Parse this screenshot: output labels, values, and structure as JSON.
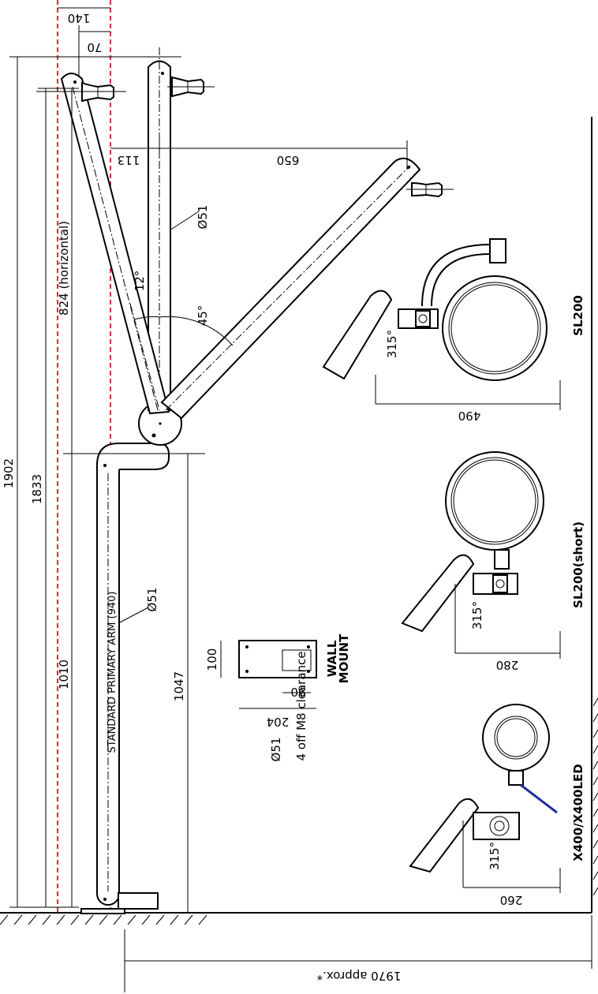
{
  "dimensions": {
    "d140": "140",
    "d70": "70",
    "d1902": "1902",
    "d1833": "1833",
    "d824": "824 (horizontal)",
    "d1010": "1010",
    "d1047": "1047",
    "d113": "113",
    "d650": "650",
    "dia_upper": "Ø51",
    "dia_lower": "Ø51",
    "dia_mount": "Ø51",
    "angle_12": "12°",
    "angle_45": "45°",
    "primary_arm": "STANDARD PRIMARY ARM (940)",
    "d1970": "1970 approx.*"
  },
  "wall_mount": {
    "label_line1": "WALL",
    "label_line2": "MOUNT",
    "holes": "4 off M8 clearance",
    "dia": "Ø51",
    "d100": "100",
    "d90": "90",
    "d204": "204"
  },
  "lights": [
    {
      "name": "SL200",
      "rotation": "315°",
      "width": "490"
    },
    {
      "name": "SL200(short)",
      "rotation": "315°",
      "width": "280"
    },
    {
      "name": "X400/X400LED",
      "rotation": "315°",
      "width": "260"
    }
  ],
  "colors": {
    "line": "#000000",
    "centerline_red": "#c00000",
    "accent_blue": "#1f2f9c"
  }
}
